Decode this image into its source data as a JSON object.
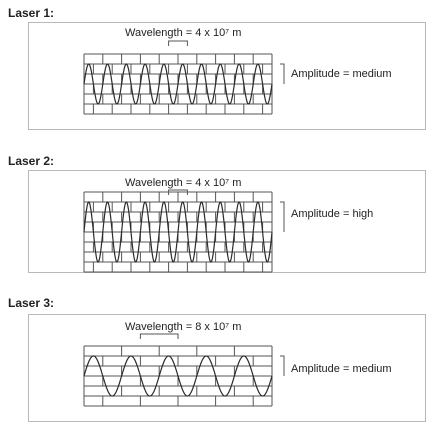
{
  "lasers": [
    {
      "title": "Laser 1:",
      "wavelength_label": "Wavelength = 4 x 10⁷ m",
      "amplitude_label": "Amplitude = medium",
      "cycles": 10,
      "amplitude": 2
    },
    {
      "title": "Laser 2:",
      "wavelength_label": "Wavelength = 4 x 10⁷ m",
      "amplitude_label": "Amplitude = high",
      "cycles": 10,
      "amplitude": 3
    },
    {
      "title": "Laser 3:",
      "wavelength_label": "Wavelength = 8 x 10⁷ m",
      "amplitude_label": "Amplitude = medium",
      "cycles": 5,
      "amplitude": 2
    }
  ],
  "colors": {
    "wave": "#2b2b2b",
    "grid": "#555555",
    "border": "#b8b8b8"
  }
}
